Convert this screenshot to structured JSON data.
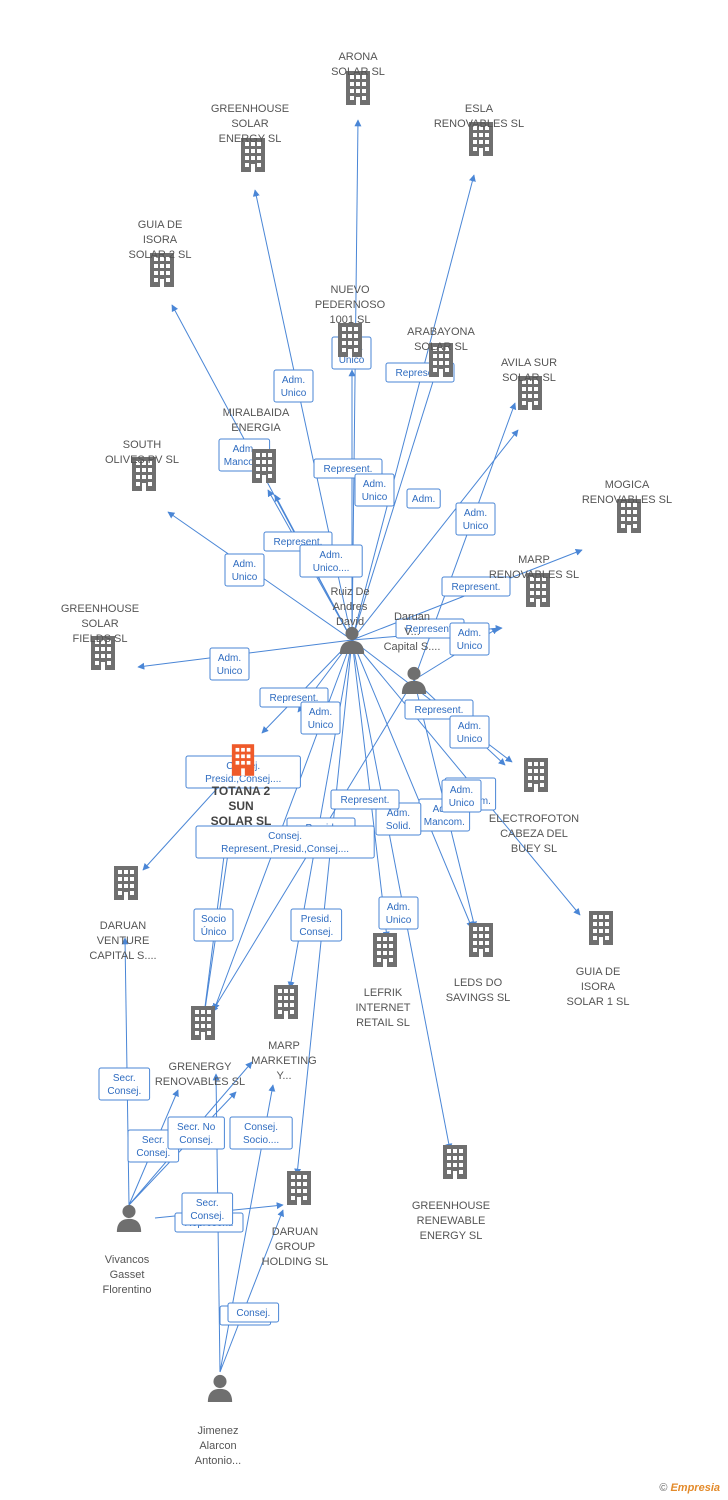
{
  "colors": {
    "edge": "#4a86d6",
    "icon": "#6f6f6f",
    "highlight": "#ef5a2a"
  },
  "footer": {
    "copyright": "©",
    "brand": "Empresia"
  },
  "nodes": [
    {
      "id": "arona",
      "type": "company",
      "lines": [
        "ARONA",
        "SOLAR SL"
      ]
    },
    {
      "id": "greenhouse_solar_energy",
      "type": "company",
      "lines": [
        "GREENHOUSE",
        "SOLAR",
        "ENERGY SL"
      ]
    },
    {
      "id": "esla",
      "type": "company",
      "lines": [
        "ESLA",
        "RENOVABLES SL"
      ]
    },
    {
      "id": "guia_isora_2",
      "type": "company",
      "lines": [
        "GUIA DE",
        "ISORA",
        "SOLAR 2 SL"
      ]
    },
    {
      "id": "nuevo_pedernoso",
      "type": "company",
      "lines": [
        "NUEVO",
        "PEDERNOSO",
        "1001 SL"
      ]
    },
    {
      "id": "arabayona",
      "type": "company",
      "lines": [
        "ARABAYONA",
        "SOLAR SL"
      ]
    },
    {
      "id": "avila_sur",
      "type": "company",
      "lines": [
        "AVILA SUR",
        "SOLAR SL"
      ]
    },
    {
      "id": "miralbaida",
      "type": "company",
      "lines": [
        "MIRALBAIDA",
        "ENERGIA"
      ]
    },
    {
      "id": "south_olives",
      "type": "company",
      "lines": [
        "SOUTH",
        "OLIVES PV SL"
      ]
    },
    {
      "id": "mogica",
      "type": "company",
      "lines": [
        "MOGICA",
        "RENOVABLES SL"
      ]
    },
    {
      "id": "marp_renovables",
      "type": "company",
      "lines": [
        "MARP",
        "RENOVABLES SL"
      ]
    },
    {
      "id": "greenhouse_solar_fields",
      "type": "company",
      "lines": [
        "GREENHOUSE",
        "SOLAR",
        "FIELDS SL"
      ]
    },
    {
      "id": "ruiz",
      "type": "person",
      "lines": [
        "Ruiz De",
        "Andres",
        "David"
      ]
    },
    {
      "id": "daruan_capital",
      "type": "person",
      "lines": [
        "Daruan",
        "V...",
        "Capital S...."
      ]
    },
    {
      "id": "totana",
      "type": "company_main",
      "lines": [
        "TOTANA 2",
        "SUN",
        "SOLAR SL"
      ]
    },
    {
      "id": "electrofoton",
      "type": "company",
      "lines": [
        "ELECTROFOTON",
        "CABEZA DEL",
        "BUEY SL"
      ]
    },
    {
      "id": "daruan_venture",
      "type": "company",
      "lines": [
        "DARUAN",
        "VENTURE",
        "CAPITAL S...."
      ]
    },
    {
      "id": "guia_isora_1",
      "type": "company",
      "lines": [
        "GUIA DE",
        "ISORA",
        "SOLAR 1 SL"
      ]
    },
    {
      "id": "leds_do",
      "type": "company",
      "lines": [
        "LEDS DO",
        "SAVINGS SL"
      ]
    },
    {
      "id": "lefrik",
      "type": "company",
      "lines": [
        "LEFRIK",
        "INTERNET",
        "RETAIL SL"
      ]
    },
    {
      "id": "marp_marketing",
      "type": "company",
      "lines": [
        "MARP",
        "MARKETING",
        "Y..."
      ]
    },
    {
      "id": "grenergy",
      "type": "company",
      "lines": [
        "GRENERGY",
        "RENOVABLES SL"
      ]
    },
    {
      "id": "greenhouse_renewable",
      "type": "company",
      "lines": [
        "GREENHOUSE",
        "RENEWABLE",
        "ENERGY SL"
      ]
    },
    {
      "id": "daruan_group",
      "type": "company",
      "lines": [
        "DARUAN",
        "GROUP",
        "HOLDING SL"
      ]
    },
    {
      "id": "vivancos",
      "type": "person",
      "lines": [
        "Vivancos",
        "Gasset",
        "Florentino"
      ]
    },
    {
      "id": "jimenez",
      "type": "person",
      "lines": [
        "Jimenez",
        "Alarcon",
        "Antonio..."
      ]
    }
  ],
  "edges": [
    {
      "from": "ruiz",
      "to": "arona",
      "label": [
        "Adm.",
        "Unico"
      ]
    },
    {
      "from": "ruiz",
      "to": "greenhouse_solar_energy",
      "label": [
        "Adm.",
        "Unico"
      ]
    },
    {
      "from": "ruiz",
      "to": "esla",
      "label": [
        "Represent."
      ]
    },
    {
      "from": "ruiz",
      "to": "guia_isora_2",
      "label": [
        "Adm.",
        "Mancom."
      ]
    },
    {
      "from": "ruiz",
      "to": "nuevo_pedernoso",
      "label": [
        "Represent."
      ]
    },
    {
      "from": "ruiz",
      "to": "arabayona",
      "label": [
        "Adm.",
        "Unico"
      ]
    },
    {
      "from": "ruiz",
      "to": "avila_sur",
      "label": [
        "Adm."
      ]
    },
    {
      "from": "ruiz",
      "to": "miralbaida",
      "label": [
        "Represent."
      ]
    },
    {
      "from": "ruiz",
      "to": "miralbaida",
      "label": [
        "Adm.",
        "Unico...."
      ]
    },
    {
      "from": "ruiz",
      "to": "south_olives",
      "label": [
        "Adm.",
        "Unico"
      ]
    },
    {
      "from": "ruiz",
      "to": "mogica",
      "label": [
        "Represent."
      ]
    },
    {
      "from": "ruiz",
      "to": "marp_renovables",
      "label": [
        "Represent."
      ]
    },
    {
      "from": "ruiz",
      "to": "greenhouse_solar_fields",
      "label": [
        "Adm.",
        "Unico"
      ]
    },
    {
      "from": "ruiz",
      "to": "totana",
      "label": [
        "Represent."
      ]
    },
    {
      "from": "ruiz",
      "to": "totana",
      "label": [
        "Adm.",
        "Unico"
      ]
    },
    {
      "from": "ruiz",
      "to": "electrofoton",
      "label": [
        "Represent."
      ]
    },
    {
      "from": "ruiz",
      "to": "guia_isora_1",
      "label": [
        "Adm.",
        "Mancom."
      ]
    },
    {
      "from": "ruiz",
      "to": "leds_do",
      "label": [
        "Adm.",
        "Mancom."
      ]
    },
    {
      "from": "ruiz",
      "to": "lefrik",
      "label": [
        "Adm.",
        "Unico"
      ]
    },
    {
      "from": "ruiz",
      "to": "marp_marketing",
      "label": [
        "Presid.",
        "Consej."
      ]
    },
    {
      "from": "ruiz",
      "to": "greenhouse_renewable",
      "label": [
        "Adm.",
        "Solid."
      ]
    },
    {
      "from": "ruiz",
      "to": "daruan_group",
      "label": [
        "Presid.",
        "Consej...."
      ]
    },
    {
      "from": "ruiz",
      "to": "grenergy",
      "label": [
        "Represent."
      ]
    },
    {
      "from": "daruan_capital",
      "to": "avila_sur",
      "label": [
        "Adm.",
        "Unico"
      ]
    },
    {
      "from": "daruan_capital",
      "to": "marp_renovables",
      "label": [
        "Adm.",
        "Unico"
      ]
    },
    {
      "from": "daruan_capital",
      "to": "electrofoton",
      "label": [
        "Adm.",
        "Unico"
      ]
    },
    {
      "from": "daruan_capital",
      "to": "leds_do",
      "label": [
        "Adm.",
        "Unico"
      ]
    },
    {
      "from": "daruan_capital",
      "to": "grenergy",
      "label": [
        "Consej."
      ]
    },
    {
      "from": "totana",
      "to": "daruan_venture",
      "label": [
        "Consej.",
        "Presid.,Consej...."
      ]
    },
    {
      "from": "grenergy",
      "to": "totana",
      "label": [
        "Consej.",
        "Represent.,Presid.,Consej...."
      ]
    },
    {
      "from": "grenergy",
      "to": "totana",
      "label": [
        "Socio",
        "Único"
      ]
    },
    {
      "from": "vivancos",
      "to": "daruan_venture",
      "label": [
        "Secr.",
        "Consej."
      ]
    },
    {
      "from": "vivancos",
      "to": "grenergy",
      "label": [
        "Secr.",
        "Consej."
      ]
    },
    {
      "from": "vivancos",
      "to": "grenergy",
      "label": [
        "Secr. No",
        "Consej."
      ]
    },
    {
      "from": "vivancos",
      "to": "marp_marketing",
      "label": [
        "Consej.",
        "Socio...."
      ]
    },
    {
      "from": "vivancos",
      "to": "daruan_group",
      "label": [
        "Represent."
      ]
    },
    {
      "from": "jimenez",
      "to": "grenergy",
      "label": [
        "Secr.",
        "Consej."
      ]
    },
    {
      "from": "jimenez",
      "to": "daruan_group",
      "label": [
        "Consej."
      ]
    },
    {
      "from": "jimenez",
      "to": "marp_marketing",
      "label": [
        "Consej."
      ]
    }
  ]
}
